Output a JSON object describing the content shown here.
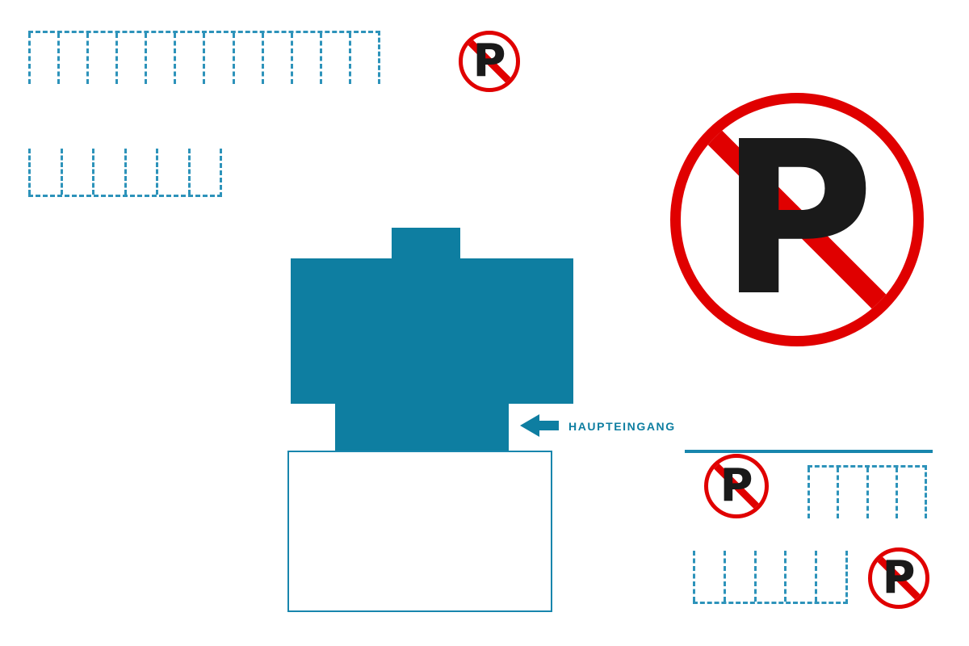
{
  "diagram": {
    "kind": "site-plan",
    "entrance_label": "HAUPTEINGANG",
    "no_parking_letter": "P"
  },
  "colors": {
    "building": "#0e7ea1",
    "stall": "#2d93ba",
    "outline": "#1886ad",
    "sign_red": "#e00000",
    "sign_letter": "#1a1a1a",
    "entrance": "#0e7ea1"
  },
  "parking_areas": [
    {
      "name": "parking-row-top-left-upper",
      "stalls": 12,
      "open_side": "bottom"
    },
    {
      "name": "parking-row-top-left-lower",
      "stalls": 6,
      "open_side": "top"
    },
    {
      "name": "parking-row-right-upper",
      "stalls": 4,
      "open_side": "bottom"
    },
    {
      "name": "parking-row-right-lower",
      "stalls": 5,
      "open_side": "top"
    }
  ],
  "signs": [
    {
      "name": "no-parking-sign-top-center",
      "size": "small"
    },
    {
      "name": "no-parking-sign-large",
      "size": "large"
    },
    {
      "name": "no-parking-sign-right-middle",
      "size": "small"
    },
    {
      "name": "no-parking-sign-bottom-right",
      "size": "small"
    }
  ]
}
